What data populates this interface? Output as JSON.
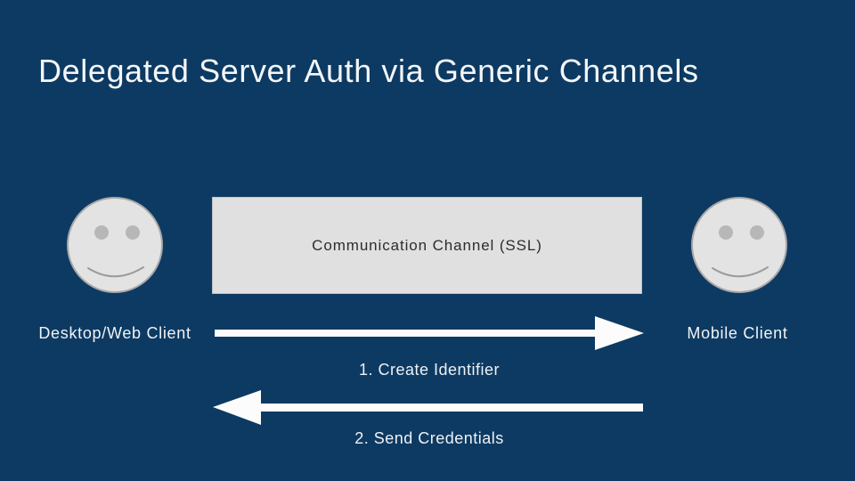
{
  "slide": {
    "title": "Delegated Server Auth via Generic Channels"
  },
  "actors": [
    {
      "label": "Desktop/Web Client",
      "icon": "smiley-face-icon"
    },
    {
      "label": "Mobile Client",
      "icon": "smiley-face-icon"
    }
  ],
  "channel": {
    "label": "Communication Channel (SSL)"
  },
  "messages": [
    {
      "label": "1. Create Identifier",
      "direction": "right"
    },
    {
      "label": "2. Send Credentials",
      "direction": "left"
    }
  ],
  "colors": {
    "background": "#0d3a62",
    "title_text": "#f4f6f8",
    "label_text": "#f1f3f5",
    "channel_fill": "#e0e0e0",
    "channel_text": "#2d2d2d",
    "face_fill": "#e3e3e3",
    "face_detail": "#b7b7b7",
    "arrow": "#fcfcfc"
  }
}
